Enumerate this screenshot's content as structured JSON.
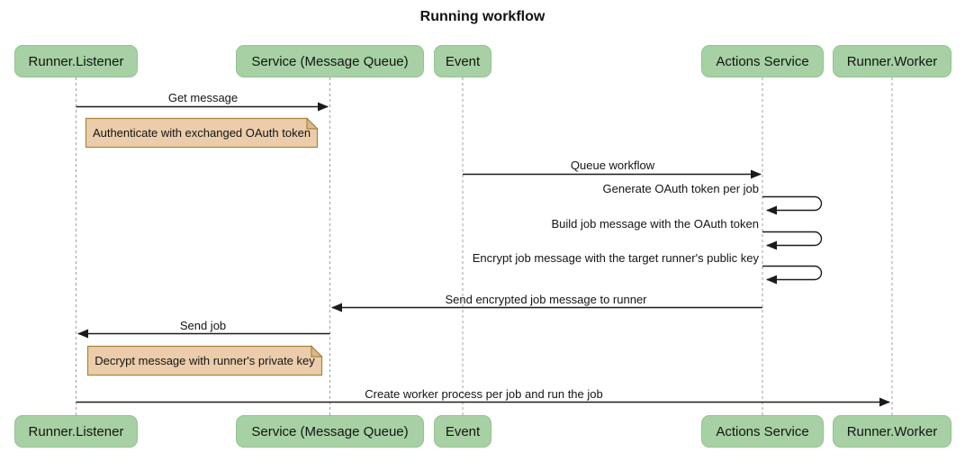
{
  "title": "Running workflow",
  "participants": [
    "Runner.Listener",
    "Service (Message Queue)",
    "Event",
    "Actions Service",
    "Runner.Worker"
  ],
  "messages": {
    "get_message": "Get message",
    "queue_workflow": "Queue workflow",
    "generate_token": "Generate OAuth token per job",
    "build_job_message": "Build job message with the OAuth token",
    "encrypt_job_message": "Encrypt job message with the target runner's public key",
    "send_encrypted": "Send encrypted job message to runner",
    "send_job": "Send job",
    "create_worker": "Create worker process per job and run the job"
  },
  "notes": {
    "authenticate": "Authenticate with exchanged OAuth token",
    "decrypt": "Decrypt message with runner's private key"
  },
  "colors": {
    "actor_fill": "#a7d1a4",
    "note_fill": "#ebcdab",
    "note_border": "#aa8439",
    "lifeline": "#a0a0a0",
    "arrow": "#1b1b1b"
  }
}
